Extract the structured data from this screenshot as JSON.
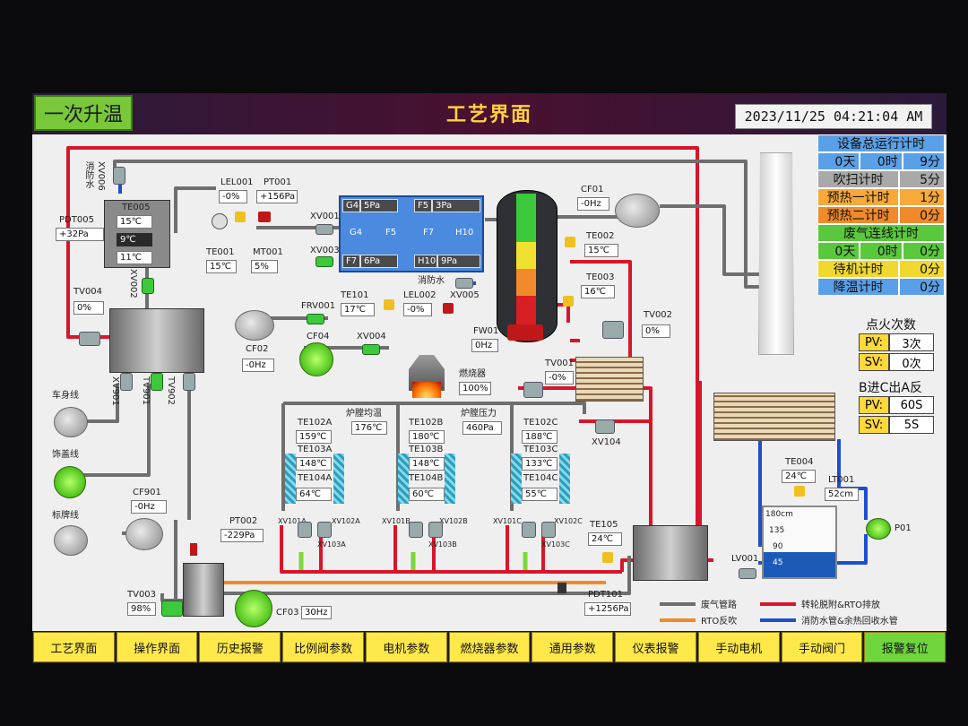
{
  "header": {
    "mode": "一次升温",
    "title": "工艺界面",
    "datetime": "2023/11/25 04:21:04 AM"
  },
  "timers": {
    "total_run": {
      "title": "设备总运行计时",
      "d": "0天",
      "h": "0时",
      "m": "9分"
    },
    "purge": {
      "label": "吹扫计时",
      "value": "5分"
    },
    "preheat1": {
      "label": "预热一计时",
      "value": "1分"
    },
    "preheat2": {
      "label": "预热二计时",
      "value": "0分"
    },
    "exhaust": {
      "title": "废气连线计时",
      "d": "0天",
      "h": "0时",
      "m": "0分"
    },
    "standby": {
      "label": "待机计时",
      "value": "0分"
    },
    "cooldown": {
      "label": "降温计时",
      "value": "0分"
    }
  },
  "ignition": {
    "title": "点火次数",
    "pv_label": "PV:",
    "pv": "3次",
    "sv_label": "SV:",
    "sv": "0次"
  },
  "switch": {
    "title": "B进C出A反",
    "pv_label": "PV:",
    "pv": "60S",
    "sv_label": "SV:",
    "sv": "5S"
  },
  "sensors": {
    "xv006": "XV006",
    "fire_water_v": "消防水",
    "pdt005": {
      "label": "PDT005",
      "value": "+32Pa"
    },
    "te005": {
      "label": "TE005",
      "v1": "15℃",
      "v2": "9℃",
      "v3": "11℃"
    },
    "xv002": "XV002",
    "tv004": {
      "label": "TV004",
      "value": "0%"
    },
    "lel001": {
      "label": "LEL001",
      "value": "-0%"
    },
    "pt001": {
      "label": "PT001",
      "value": "+156Pa"
    },
    "te001": {
      "label": "TE001",
      "value": "15℃"
    },
    "mt001": {
      "label": "MT001",
      "value": "5%"
    },
    "xv001": "XV001",
    "xv003": "XV003",
    "xv901": "XV901",
    "tv901": "TV901",
    "tv902": "TV902",
    "filter": {
      "g4": "G4",
      "g4v": "5Pa",
      "f5": "F5",
      "f5v": "3Pa",
      "g4b": "G4",
      "f5b": "F5",
      "f7": "F7",
      "h10": "H10",
      "f7b": "F7",
      "f7v": "6Pa",
      "h10b": "H10",
      "h10v": "9Pa"
    },
    "fire_water": "消防水",
    "cf01": {
      "label": "CF01",
      "value": "-0Hz"
    },
    "te002": {
      "label": "TE002",
      "value": "15℃"
    },
    "te003": {
      "label": "TE003",
      "value": "16℃"
    },
    "tv002": {
      "label": "TV002",
      "value": "0%"
    },
    "te101": {
      "label": "TE101",
      "value": "17℃"
    },
    "frv001": "FRV001",
    "lel002": {
      "label": "LEL002",
      "value": "-0%"
    },
    "xv005": "XV005",
    "fw01": {
      "label": "FW01",
      "value": "0Hz"
    },
    "cf02": {
      "label": "CF02",
      "value": "-0Hz"
    },
    "cf04": "CF04",
    "xv004": "XV004",
    "burner": {
      "label": "燃烧器",
      "value": "100%"
    },
    "tv001": {
      "label": "TV001",
      "value": "-0%"
    },
    "vehicle_line": "车身线",
    "trim_line": "饰盖线",
    "sign_line": "标牌线",
    "cf901": {
      "label": "CF901",
      "value": "-0Hz"
    },
    "furnace_temp": {
      "label": "炉膛均温",
      "value": "176℃"
    },
    "furnace_press": {
      "label": "炉膛压力",
      "value": "460Pa"
    },
    "te102a": {
      "label": "TE102A",
      "value": "159℃"
    },
    "te103a": {
      "label": "TE103A",
      "value": "148℃"
    },
    "te104a": {
      "label": "TE104A",
      "value": "64℃"
    },
    "te102b": {
      "label": "TE102B",
      "value": "180℃"
    },
    "te103b": {
      "label": "TE103B",
      "value": "148℃"
    },
    "te104b": {
      "label": "TE104B",
      "value": "60℃"
    },
    "te102c": {
      "label": "TE102C",
      "value": "188℃"
    },
    "te103c": {
      "label": "TE103C",
      "value": "133℃"
    },
    "te104c": {
      "label": "TE104C",
      "value": "55℃"
    },
    "xv104": "XV104",
    "xv101a": "XV101A",
    "xv102a": "XV102A",
    "xv103a": "XV103A",
    "xv101b": "XV101B",
    "xv102b": "XV102B",
    "xv103b": "XV103B",
    "xv101c": "XV101C",
    "xv102c": "XV102C",
    "xv103c": "XV103C",
    "te105": {
      "label": "TE105",
      "value": "24℃"
    },
    "pt002": {
      "label": "PT002",
      "value": "-229Pa"
    },
    "tv003": {
      "label": "TV003",
      "value": "98%"
    },
    "cf03": {
      "label": "CF03",
      "value": "30Hz"
    },
    "pdt101": {
      "label": "PDT101",
      "value": "+1256Pa"
    },
    "te004": {
      "label": "TE004",
      "value": "24℃"
    },
    "lt001": {
      "label": "LT001",
      "value": "52cm"
    },
    "lv001": "LV001",
    "p01": "P01",
    "tank_scale": [
      "180cm",
      "135",
      "90",
      "45"
    ]
  },
  "legend": {
    "gas": "废气管路",
    "rto": "转轮脱附&RTO排放",
    "rto_back": "RTO反吹",
    "water": "消防水管&余热回收水管"
  },
  "footer": [
    "工艺界面",
    "操作界面",
    "历史报警",
    "比例阀参数",
    "电机参数",
    "燃烧器参数",
    "通用参数",
    "仪表报警",
    "手动电机",
    "手动阀门",
    "报警复位"
  ],
  "colors": {
    "red": "#d8152a",
    "grey": "#6e6e6e",
    "orange": "#f08a2a",
    "blue": "#1c4fd0",
    "green": "#7cd63c"
  }
}
